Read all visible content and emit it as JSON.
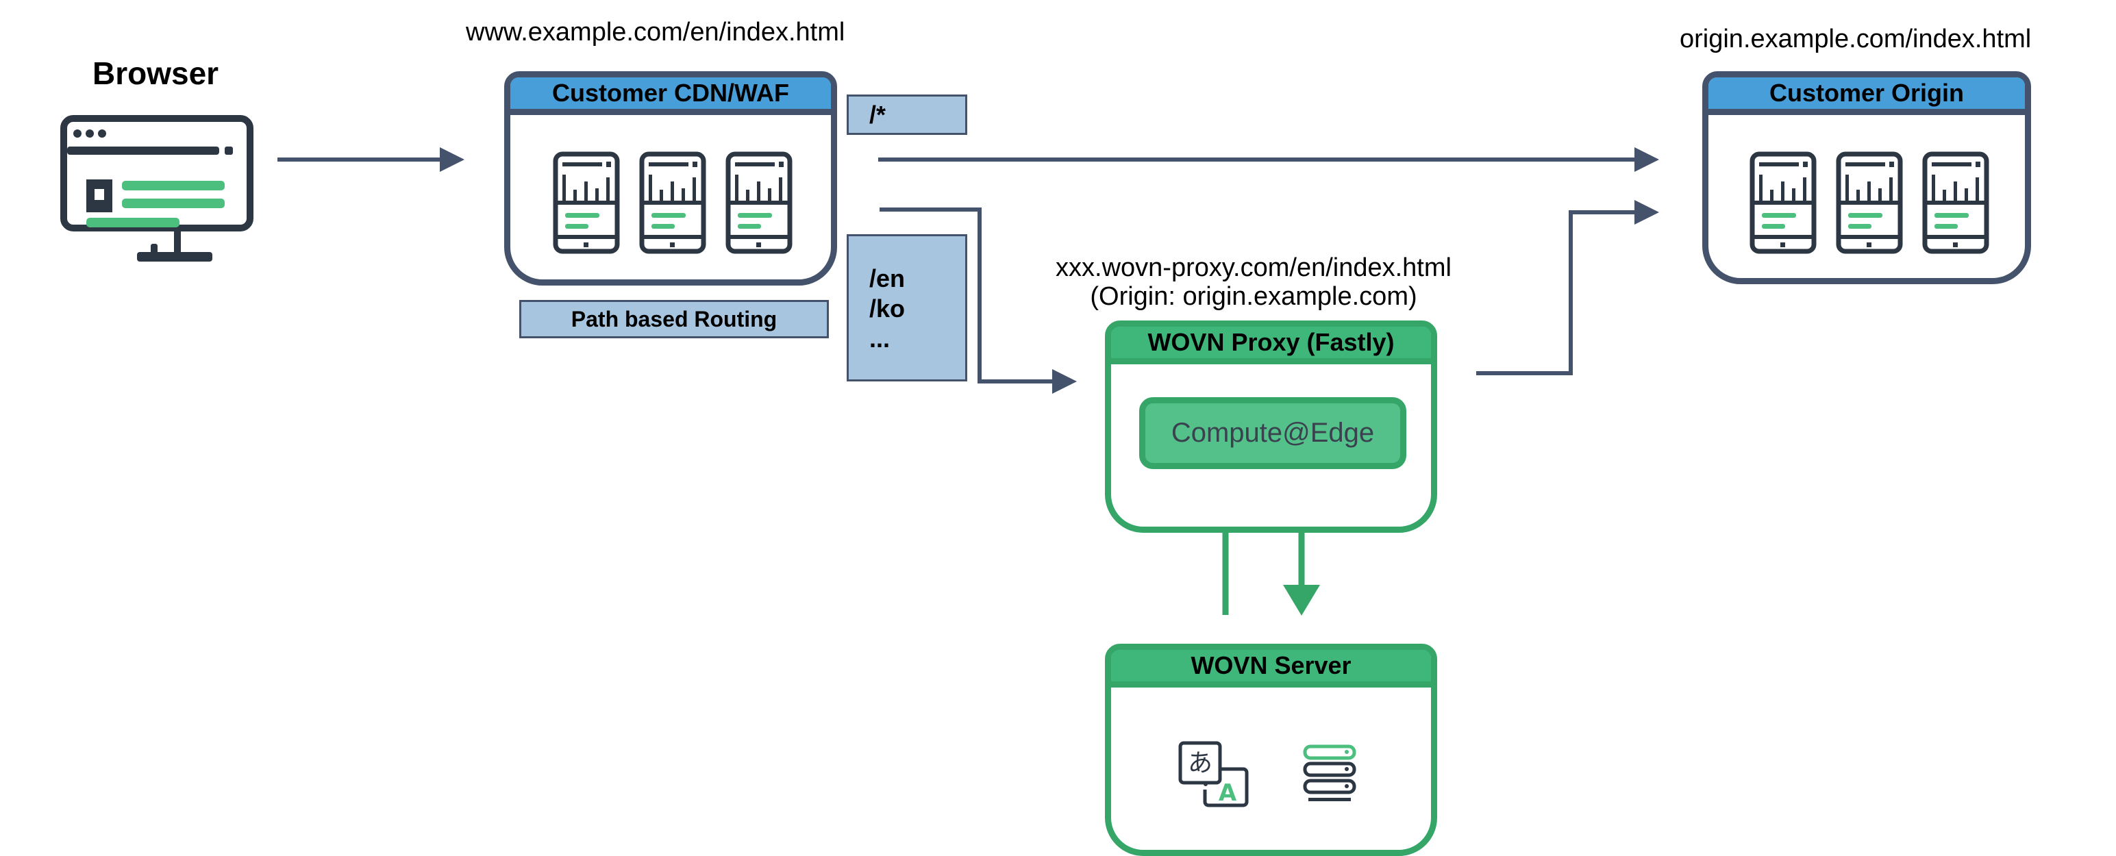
{
  "browser": {
    "title": "Browser",
    "icon": "browser-monitor-icon"
  },
  "cdn": {
    "url": "www.example.com/en/index.html",
    "title": "Customer CDN/WAF",
    "caption": "Path based Routing",
    "icon": "mobile-device-icon"
  },
  "routes": {
    "default": "/*",
    "lang_lines": [
      "/en",
      "/ko",
      "..."
    ]
  },
  "proxy": {
    "url_line1": "xxx.wovn-proxy.com/en/index.html",
    "url_line2": "(Origin: origin.example.com)",
    "title": "WOVN Proxy (Fastly)",
    "inner": "Compute@Edge"
  },
  "server": {
    "title": "WOVN Server",
    "icons": [
      "translate-icon",
      "server-stack-icon"
    ]
  },
  "origin": {
    "url": "origin.example.com/index.html",
    "title": "Customer Origin"
  },
  "colors": {
    "slate": "#44536b",
    "blue_header": "#479ed8",
    "route_fill": "#a8c5e0",
    "green": "#35a668",
    "green_header": "#40b77a",
    "compute_fill": "#55c18a",
    "icon_green": "#4cbf7f",
    "icon_dark": "#2d3744"
  }
}
